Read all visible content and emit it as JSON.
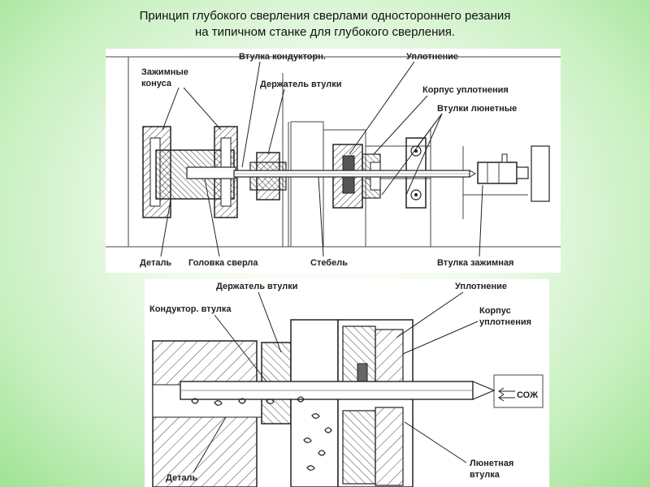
{
  "title": {
    "line1": "Принцип глубокого сверления сверлами одностороннего резания",
    "line2": "на типичном станке для глубокого сверления."
  },
  "diagram1": {
    "labels": {
      "clamp_cones_1": "Зажимные",
      "clamp_cones_2": "конуса",
      "guide_bushing": "Втулка кондукторн.",
      "bushing_holder": "Держатель втулки",
      "seal": "Уплотнение",
      "seal_housing": "Корпус уплотнения",
      "steady_bushings": "Втулки люнетные",
      "workpiece": "Деталь",
      "drill_head": "Головка сверла",
      "shank": "Стебель",
      "clamp_bushing": "Втулка зажимная"
    }
  },
  "diagram2": {
    "labels": {
      "bushing_holder": "Держатель втулки",
      "seal": "Уплотнение",
      "guide_bushing": "Кондуктор. втулка",
      "seal_housing_1": "Корпус",
      "seal_housing_2": "уплотнения",
      "coolant": "СОЖ",
      "workpiece": "Деталь",
      "steady_bushing_1": "Люнетная",
      "steady_bushing_2": "втулка"
    }
  },
  "colors": {
    "background_edge": "#9fe394",
    "panel": "#ffffff",
    "ink": "#222222"
  }
}
